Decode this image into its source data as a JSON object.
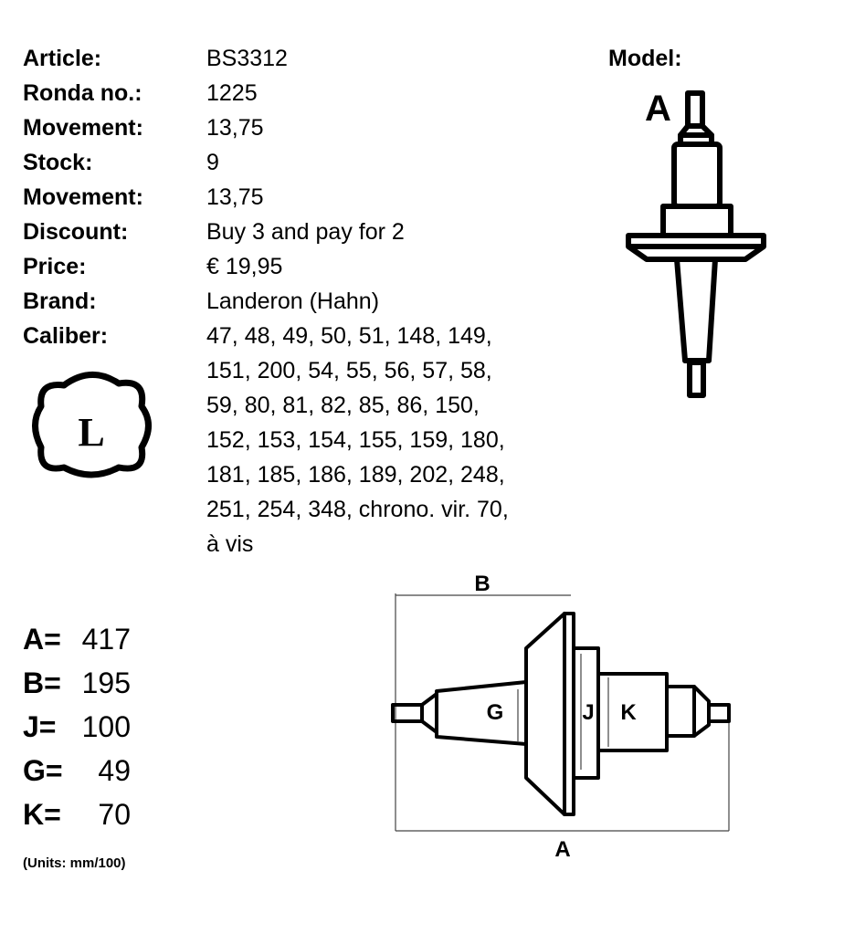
{
  "fields": [
    {
      "label": "Article:",
      "value": "BS3312"
    },
    {
      "label": "Ronda no.:",
      "value": "1225"
    },
    {
      "label": "Movement:",
      "value": "13,75"
    },
    {
      "label": "Stock:",
      "value": "9"
    },
    {
      "label": "Movement:",
      "value": "13,75"
    },
    {
      "label": "Discount:",
      "value": "Buy 3 and pay for 2"
    },
    {
      "label": "Price:",
      "value": "€ 19,95"
    },
    {
      "label": "Brand:",
      "value": "Landeron (Hahn)"
    }
  ],
  "caliber": {
    "label": "Caliber:",
    "lines": [
      "47, 48, 49, 50, 51, 148, 149,",
      "151, 200, 54, 55, 56, 57, 58,",
      "59, 80, 81, 82, 85, 86, 150,",
      "152, 153, 154, 155, 159, 180,",
      "181, 185, 186, 189, 202, 248,",
      "251, 254, 348, chrono. vir. 70,",
      "à vis"
    ]
  },
  "brand_logo": {
    "letter": "L"
  },
  "model": {
    "label": "Model:",
    "letter": "A"
  },
  "dimensions": [
    {
      "key": "A=",
      "value": "417"
    },
    {
      "key": "B=",
      "value": "195"
    },
    {
      "key": "J=",
      "value": "100"
    },
    {
      "key": "G=",
      "value": "49"
    },
    {
      "key": "K=",
      "value": "70"
    }
  ],
  "units": "(Units: mm/100)",
  "diagram": {
    "labels": {
      "A": "A",
      "B": "B",
      "G": "G",
      "J": "J",
      "K": "K"
    }
  }
}
